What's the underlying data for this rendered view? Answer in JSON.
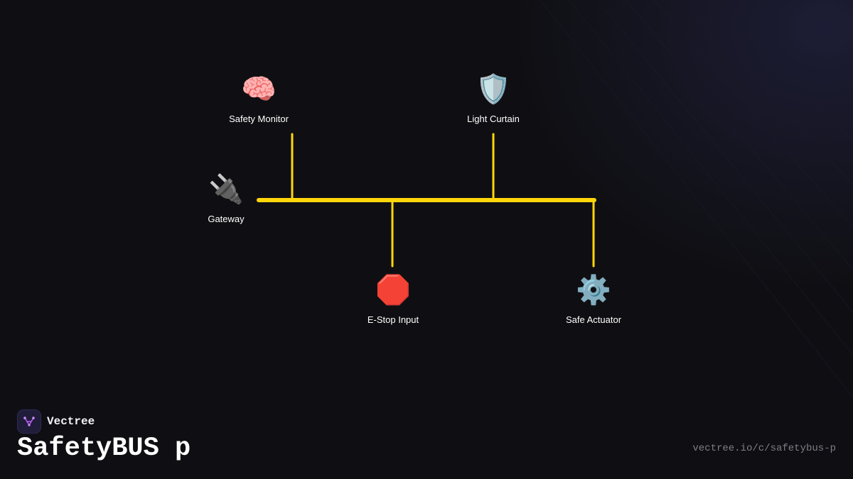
{
  "colors": {
    "background": "#0f0f13",
    "bus_line": "#ffd60a",
    "label_text": "#ffffff",
    "url_text": "#7d7d86",
    "logo_accent": "#b25de8"
  },
  "brand": {
    "name": "Vectree",
    "logo_icon": "vectree-logo-icon"
  },
  "title": "SafetyBUS p",
  "url": "vectree.io/c/safetybus-p",
  "diagram": {
    "type": "bus-topology",
    "nodes": [
      {
        "id": "safety-monitor",
        "label": "Safety Monitor",
        "icon": "🧠",
        "icon_name": "brain-icon"
      },
      {
        "id": "light-curtain",
        "label": "Light Curtain",
        "icon": "🛡️",
        "icon_name": "shield-icon"
      },
      {
        "id": "gateway",
        "label": "Gateway",
        "icon": "🔌",
        "icon_name": "plug-icon"
      },
      {
        "id": "estop-input",
        "label": "E-Stop Input",
        "icon": "🛑",
        "icon_name": "stop-sign-icon"
      },
      {
        "id": "safe-actuator",
        "label": "Safe Actuator",
        "icon": "⚙️",
        "icon_name": "gear-icon"
      }
    ],
    "connections": [
      {
        "from": "gateway",
        "to": "bus"
      },
      {
        "from": "safety-monitor",
        "to": "bus"
      },
      {
        "from": "light-curtain",
        "to": "bus"
      },
      {
        "from": "estop-input",
        "to": "bus"
      },
      {
        "from": "safe-actuator",
        "to": "bus"
      }
    ]
  }
}
